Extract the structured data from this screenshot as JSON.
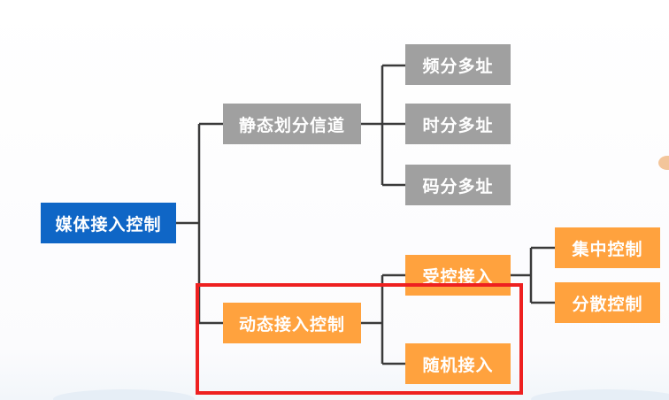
{
  "diagram": {
    "root": "媒体接入控制",
    "static_branch": "静态划分信道",
    "static_children": [
      "频分多址",
      "时分多址",
      "码分多址"
    ],
    "dynamic_branch": "动态接入控制",
    "dynamic_children": [
      "受控接入",
      "随机接入"
    ],
    "controlled_children": [
      "集中控制",
      "分散控制"
    ]
  },
  "colors": {
    "root": "#0f66c6",
    "static": "#a0a0a0",
    "dynamic": "#ffa23e",
    "lines": "#3a3a3a",
    "highlight": "#ee2020"
  }
}
